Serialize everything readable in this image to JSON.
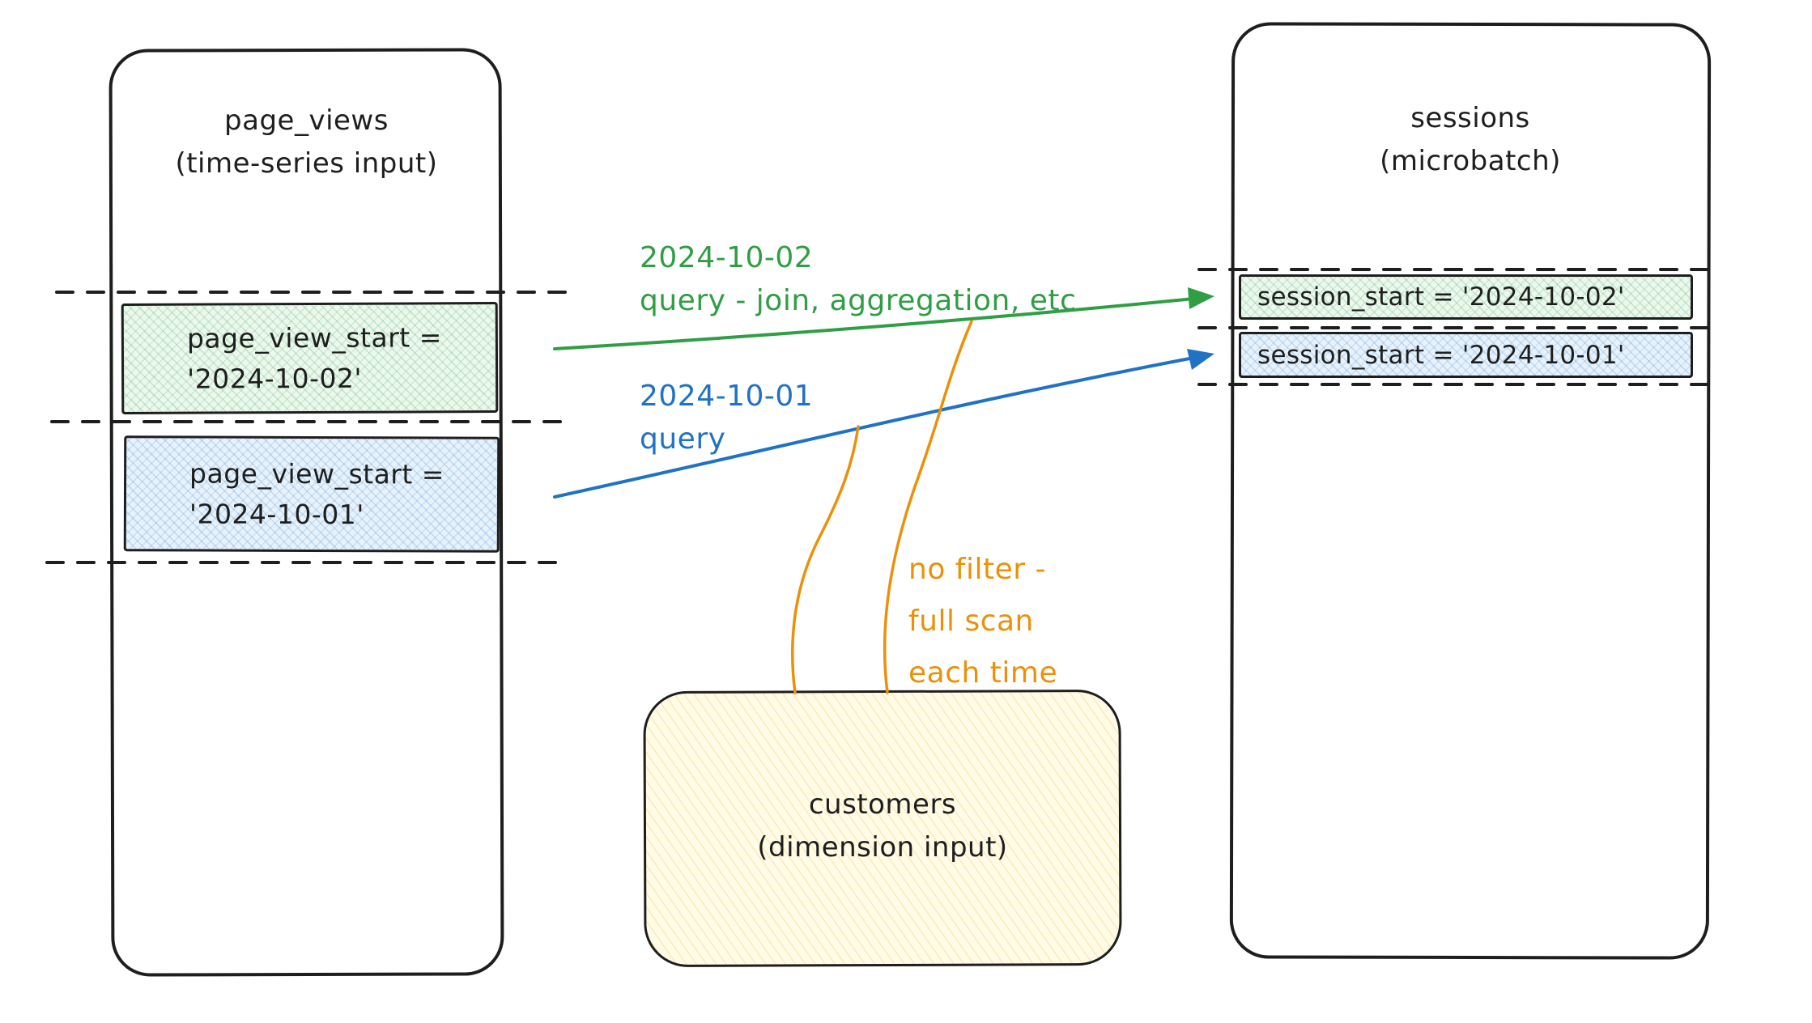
{
  "page_views_table": {
    "title_line1": "page_views",
    "title_line2": "(time-series input)",
    "rows": [
      {
        "line1": "page_view_start =",
        "line2": "'2024-10-02'"
      },
      {
        "line1": "page_view_start =",
        "line2": "'2024-10-01'"
      }
    ]
  },
  "sessions_table": {
    "title_line1": "sessions",
    "title_line2": "(microbatch)",
    "rows": [
      {
        "label": "session_start = '2024-10-02'"
      },
      {
        "label": "session_start = '2024-10-01'"
      }
    ]
  },
  "customers_table": {
    "title_line1": "customers",
    "title_line2": "(dimension input)"
  },
  "annotations": {
    "green_query": {
      "line1": "2024-10-02",
      "line2": "query - join, aggregation, etc"
    },
    "blue_query": {
      "line1": "2024-10-01",
      "line2": "query"
    },
    "orange_note": {
      "line1": "no filter -",
      "line2": "full scan",
      "line3": "each time"
    }
  },
  "colors": {
    "ink": "#1e1e1e",
    "green": "#2f9e44",
    "blue": "#1f72c4",
    "orange": "#eb9109",
    "green_fill": "#ecf8ee",
    "blue_fill": "#e8f2fc",
    "yellow_fill": "#fffbe7"
  }
}
